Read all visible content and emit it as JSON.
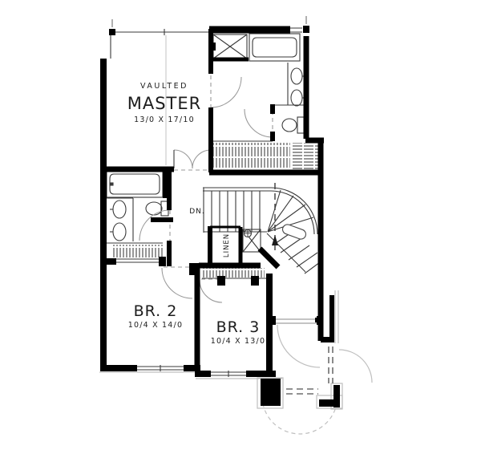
{
  "plan": {
    "rooms": {
      "master": {
        "tag": "VAULTED",
        "name": "MASTER",
        "dims": "13/0 X 17/10"
      },
      "br2": {
        "name": "BR. 2",
        "dims": "10/4 X 14/0"
      },
      "br3": {
        "name": "BR. 3",
        "dims": "10/4 X 13/0"
      }
    },
    "labels": {
      "down": "DN.",
      "linen": "LINEN"
    },
    "fixtures": [
      "bathtub",
      "shower",
      "double-sink-vanity",
      "toilet",
      "staircase-down",
      "closet-rod",
      "linen-closet"
    ],
    "colors": {
      "wall": "#000000",
      "thin_line": "#3a3a3a",
      "door_arc": "#9a9a9a",
      "floor_below": "#bfbfbf",
      "background": "#ffffff"
    }
  }
}
